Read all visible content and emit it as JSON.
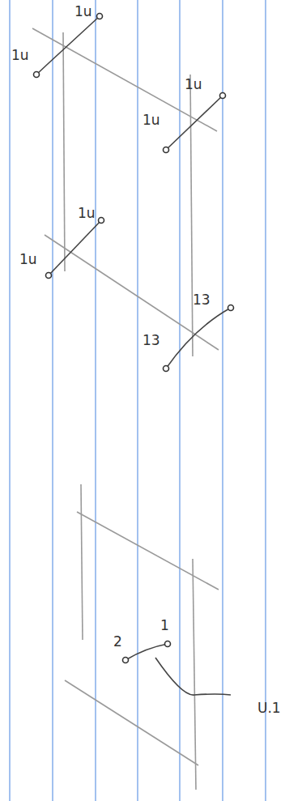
{
  "diagram": {
    "labels": [
      "1u",
      "1u",
      "1u",
      "1u",
      "1u",
      "1u",
      "13",
      "13",
      "1",
      "2",
      "U.1"
    ]
  }
}
